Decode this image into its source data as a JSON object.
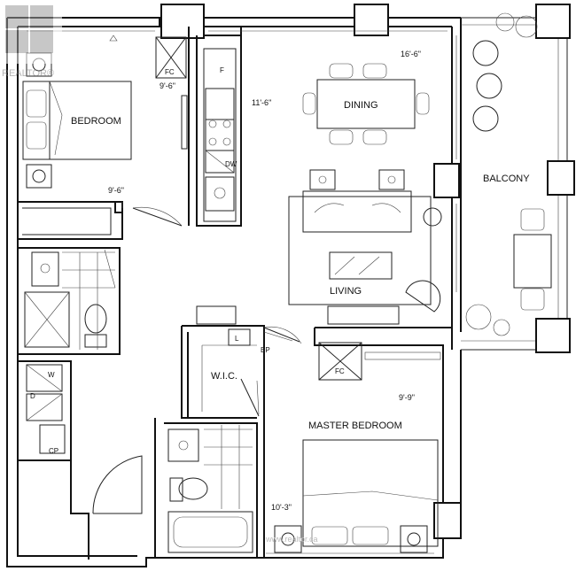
{
  "brand": {
    "logo_text": "REALTOR®"
  },
  "rooms": {
    "bedroom": "BEDROOM",
    "dining": "DINING",
    "living": "LIVING",
    "balcony": "BALCONY",
    "wic": "W.I.C.",
    "master_bedroom": "MASTER BEDROOM"
  },
  "fixtures": {
    "fc_top": "FC",
    "fc_mid": "FC",
    "fridge": "F",
    "dishwasher": "DW",
    "linen": "L",
    "ep": "EP",
    "washer": "W",
    "dryer": "D",
    "closet_pantry": "CP"
  },
  "dimensions": {
    "bedroom_top": "9'-6\"",
    "bedroom_side": "9'-6\"",
    "kitchen": "11'-6\"",
    "living_dining": "16'-6\"",
    "master_top": "9'-9\"",
    "master_side": "10'-3\""
  },
  "watermark": "www.realtor.ca"
}
